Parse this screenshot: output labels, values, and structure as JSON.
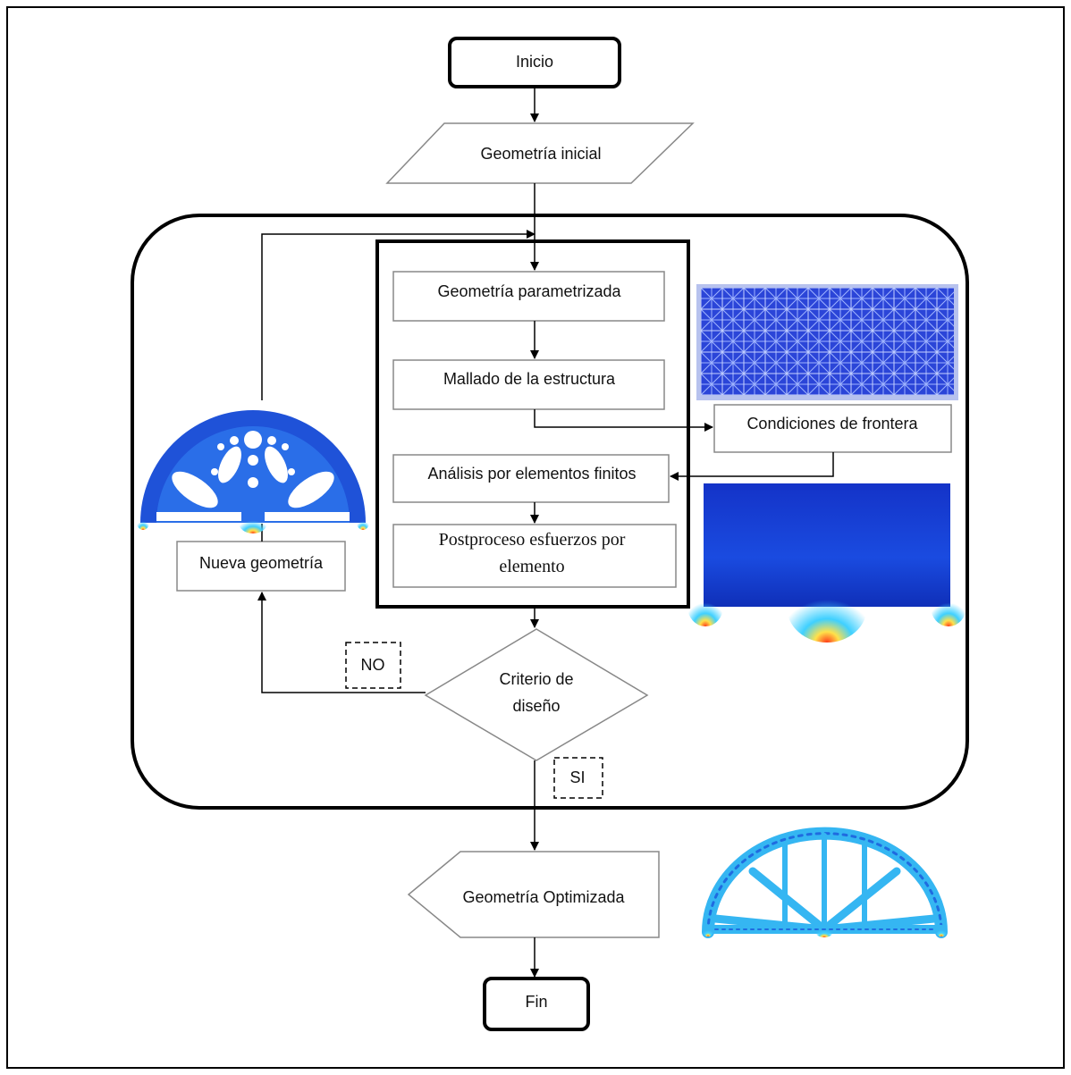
{
  "nodes": {
    "inicio": "Inicio",
    "geometria_inicial": "Geometría inicial",
    "geometria_parametrizada": "Geometría  parametrizada",
    "mallado": "Mallado de la estructura",
    "condiciones_frontera": "Condiciones de frontera",
    "analisis_fem": "Análisis por elementos finitos",
    "postproceso_line1": "Postproceso esfuerzos por",
    "postproceso_line2": "elemento",
    "nueva_geometria": "Nueva geometría",
    "criterio_line1": "Criterio de",
    "criterio_line2": "diseño",
    "no_label": "NO",
    "si_label": "SI",
    "geometria_optimizada": "Geometría Optimizada",
    "fin": "Fin"
  },
  "colors": {
    "mesh_background": "#2b45d8",
    "mesh_lines": "#9fb4ff",
    "stress_dark": "#1433c8",
    "stress_light": "#3fa0ff",
    "optimized_light": "#35b6f2",
    "optimized_dark": "#1f6be0"
  },
  "icons": [
    "arch-topology-icon",
    "mesh-grid-icon",
    "stress-field-icon",
    "optimized-truss-icon"
  ]
}
